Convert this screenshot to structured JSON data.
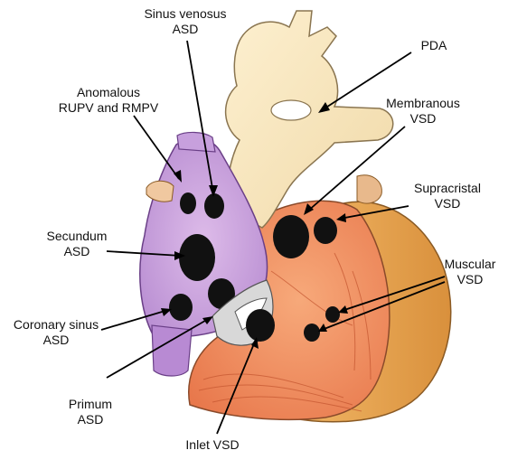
{
  "diagram": {
    "labels": {
      "sinus_venosus": {
        "line1": "Sinus venosus",
        "line2": "ASD"
      },
      "pda": {
        "line1": "PDA"
      },
      "anomalous": {
        "line1": "Anomalous",
        "line2": "RUPV and RMPV"
      },
      "membranous": {
        "line1": "Membranous",
        "line2": "VSD"
      },
      "supracristal": {
        "line1": "Supracristal",
        "line2": "VSD"
      },
      "secundum": {
        "line1": "Secundum",
        "line2": "ASD"
      },
      "muscular": {
        "line1": "Muscular",
        "line2": "VSD"
      },
      "coronary_sinus": {
        "line1": "Coronary sinus",
        "line2": "ASD"
      },
      "primum": {
        "line1": "Primum",
        "line2": "ASD"
      },
      "inlet": {
        "line1": "Inlet VSD"
      }
    }
  }
}
